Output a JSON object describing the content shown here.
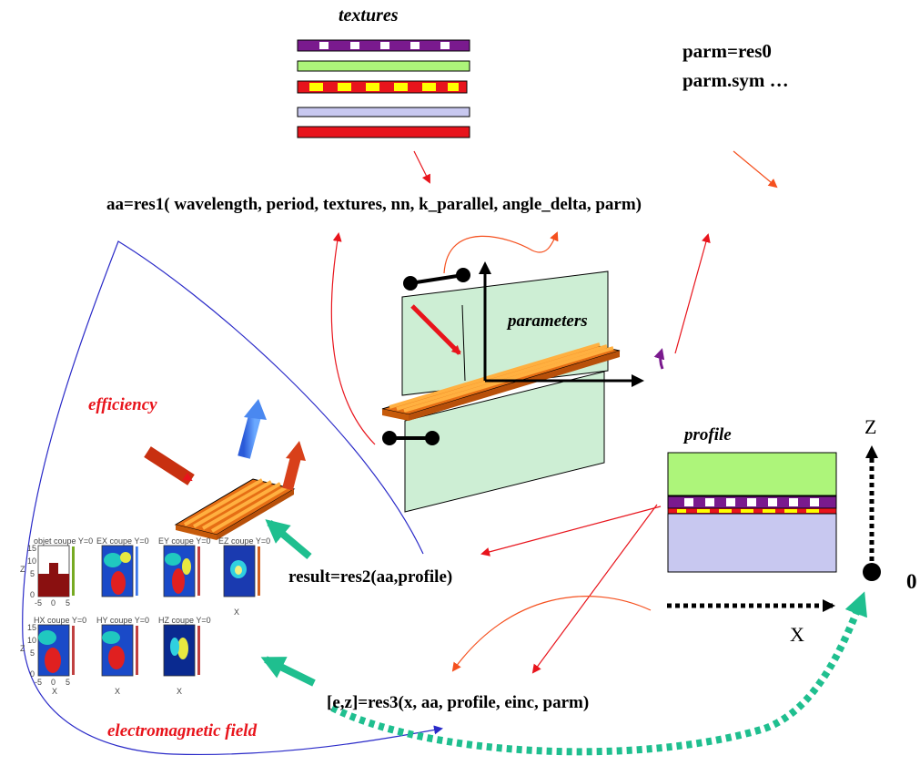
{
  "labels": {
    "textures": "textures",
    "parm_line1": "parm=res0",
    "parm_line2": "parm.sym …",
    "res1_call": "aa=res1( wavelength, period, textures, nn, k_parallel, angle_delta, parm)",
    "parameters": "parameters",
    "efficiency": "efficiency",
    "profile": "profile",
    "res2_call": "result=res2(aa,profile)",
    "res3_call": "[e,z]=res3(x, aa, profile, einc, parm)",
    "electromagnetic_field": "electromagnetic field",
    "axis_z": "Z",
    "axis_x": "X",
    "origin": "0"
  },
  "field_plots": {
    "titles": [
      "objet   coupe Y=0",
      "EX  coupe Y=0",
      "EY  coupe Y=0",
      "EZ  coupe Y=0",
      "HX  coupe Y=0",
      "HY  coupe Y=0",
      "HZ  coupe Y=0"
    ],
    "y_ticks": [
      "15",
      "10",
      "5",
      "0"
    ],
    "x_ticks": [
      "-5",
      "0",
      "5"
    ],
    "z_axis_label": "Z",
    "x_axis_label": "X"
  },
  "colors": {
    "red_arrow": "#e8141c",
    "orange_arrow": "#f5501e",
    "blue_curve": "#2a2ac8",
    "teal_arrow": "#1fbf8f",
    "purple": "#7a1a8e",
    "green_layer": "#adf57a",
    "lavender_layer": "#c8c8f0",
    "yellow": "#ffff00",
    "grating_orange": "#f5821e",
    "plane_green": "#cdeed4"
  }
}
